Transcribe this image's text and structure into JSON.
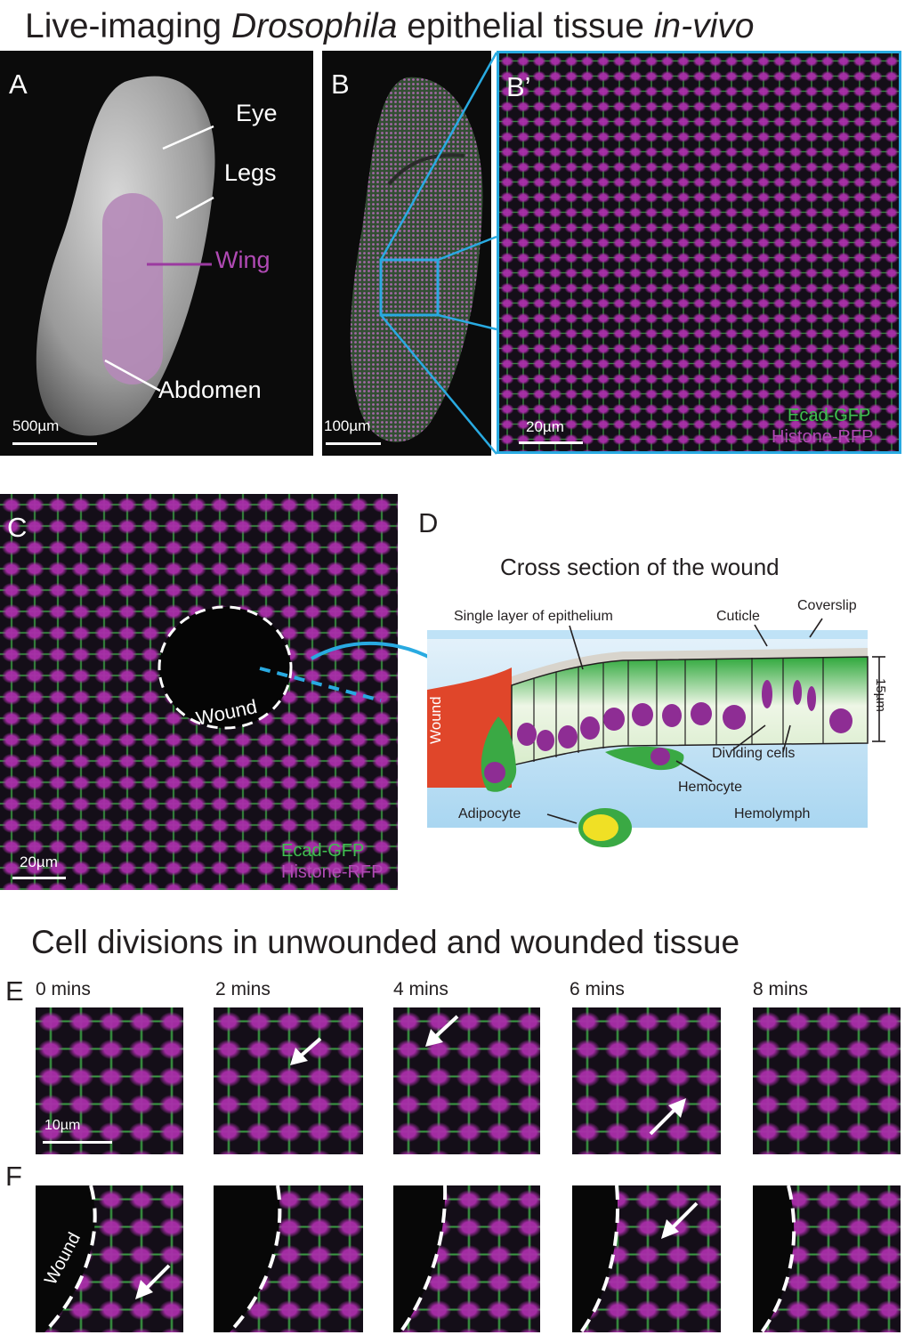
{
  "title_top": {
    "prefix": "Live-imaging ",
    "italic1": "Drosophila",
    "middle": " epithelial tissue ",
    "italic2": "in-vivo"
  },
  "title_bottom": "Cell divisions in unwounded and wounded tissue",
  "panels": {
    "A": {
      "letter": "A",
      "labels": {
        "eye": "Eye",
        "legs": "Legs",
        "wing": "Wing",
        "abdomen": "Abdomen"
      },
      "scale": "500µm"
    },
    "B": {
      "letter": "B",
      "scale": "100µm"
    },
    "Bp": {
      "letter": "B’",
      "scale": "20µm",
      "legend_green": "Ecad-GFP",
      "legend_magenta": "Histone-RFP"
    },
    "C": {
      "letter": "C",
      "wound": "Wound",
      "scale": "20µm",
      "legend_green": "Ecad-GFP",
      "legend_magenta": "Histone-RFP"
    },
    "D": {
      "letter": "D",
      "title": "Cross section of the wound",
      "labels": {
        "single_layer": "Single layer of  epithelium",
        "cuticle": "Cuticle",
        "coverslip": "Coverslip",
        "wound": "Wound",
        "dividing": "Dividing cells",
        "hemocyte": "Hemocyte",
        "adipocyte": "Adipocyte",
        "hemolymph": "Hemolymph",
        "thickness": "15µm"
      }
    },
    "E": {
      "letter": "E",
      "times": [
        "0 mins",
        "2 mins",
        "4 mins",
        "6 mins",
        "8 mins"
      ],
      "scale": "10µm"
    },
    "F": {
      "letter": "F",
      "wound": "Wound"
    }
  },
  "colors": {
    "cyan": "#29aae1",
    "green": "#3fbf4f",
    "magenta": "#b04ab4",
    "wound_red": "#e0462a",
    "hemolymph": "#b8def3"
  }
}
